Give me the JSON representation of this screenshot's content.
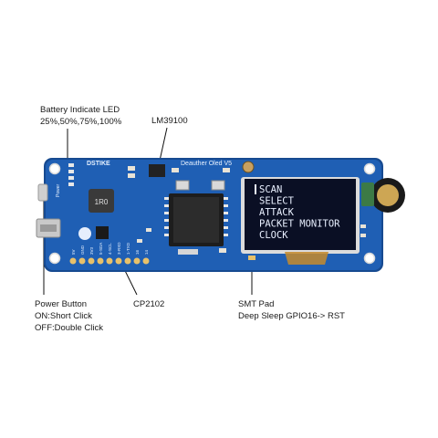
{
  "callouts": {
    "battery_led": {
      "title": "Battery Indicate LED",
      "levels": "25%,50%,75%,100%"
    },
    "regulator": {
      "title": "LM39100"
    },
    "power_button": {
      "title": "Power Button",
      "on": "ON:Short Click",
      "off": "OFF:Double Click"
    },
    "usb_chip": {
      "title": "CP2102"
    },
    "smt_pad": {
      "title": "SMT Pad",
      "desc": "Deep Sleep GPIO16-> RST"
    }
  },
  "board": {
    "brand": "DSTIKE",
    "model": "Deauther Oled V5",
    "inductor": "1R0",
    "power_label": "Power",
    "pin_labels": [
      "5V",
      "GND",
      "3V3",
      "5-SDA",
      "4-SCL",
      "3-RXD",
      "1-TXD",
      "16",
      "14"
    ],
    "colors": {
      "pcb": "#1f5fb4",
      "pcb_edge": "#174a90",
      "oled_bg": "#0a0f24",
      "oled_text": "#e9f0ff"
    }
  },
  "oled": {
    "menu": [
      "SCAN",
      "SELECT",
      "ATTACK",
      "PACKET MONITOR",
      "CLOCK"
    ]
  }
}
